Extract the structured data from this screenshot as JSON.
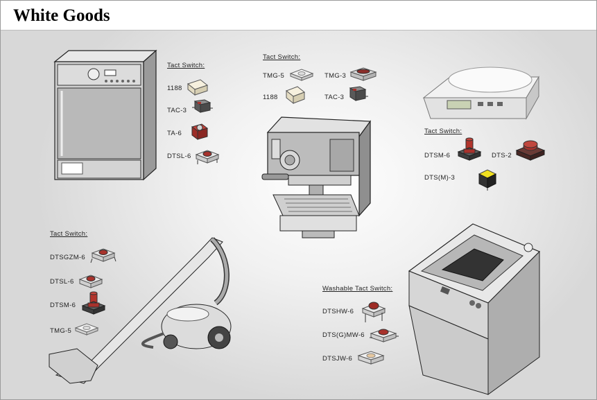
{
  "page": {
    "title": "White Goods"
  },
  "groups": {
    "dishwasher": {
      "header": "Tact Switch:",
      "items": [
        "1188",
        "TAC-3",
        "TA-6",
        "DTSL-6"
      ]
    },
    "coffee": {
      "header": "Tact Switch:",
      "items": [
        "TMG-5",
        "TMG-3",
        "1188",
        "TAC-3"
      ]
    },
    "scale": {
      "header": "Tact Switch:",
      "items": [
        "DTSM-6",
        "DTS-2",
        "DTS(M)-3"
      ]
    },
    "vacuum": {
      "header": "Tact Switch:",
      "items": [
        "DTSGZM-6",
        "DTSL-6",
        "DTSM-6",
        "TMG-5"
      ]
    },
    "washer": {
      "header": "Washable Tact Switch:",
      "items": [
        "DTSHW-6",
        "DTS(G)MW-6",
        "DTSJW-6"
      ]
    }
  },
  "colors": {
    "switch_red": "#a8322c",
    "switch_body": "#4a4a4a",
    "switch_cream": "#f3ecd8",
    "switch_yellow": "#f1e020"
  }
}
